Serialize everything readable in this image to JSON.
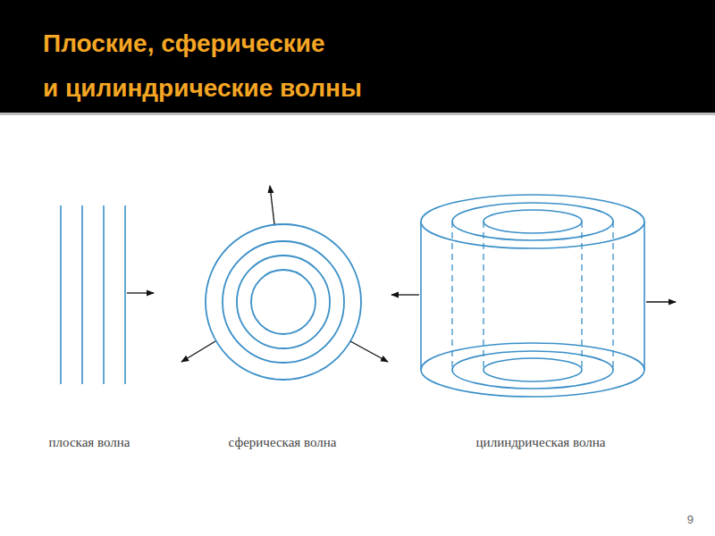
{
  "diagram": {
    "title": "Плоские, сферические и цилиндрические волны",
    "labels": [
      "плоская волна",
      "сферическая волна",
      "цилиндрическая волна",
      "9"
    ]
  }
}
